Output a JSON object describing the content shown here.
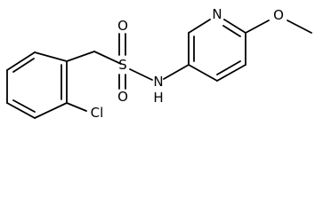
{
  "molecule": {
    "atoms": {
      "sulfur": "S",
      "oxygen_top": "O",
      "oxygen_bottom": "O",
      "amine": "N",
      "hydrogen": "H",
      "pyridine_nitrogen": "N",
      "ether_oxygen": "O",
      "chlorine": "Cl"
    }
  },
  "colors": {
    "bond": "#000000",
    "label": "#000000",
    "background": "#ffffff"
  }
}
